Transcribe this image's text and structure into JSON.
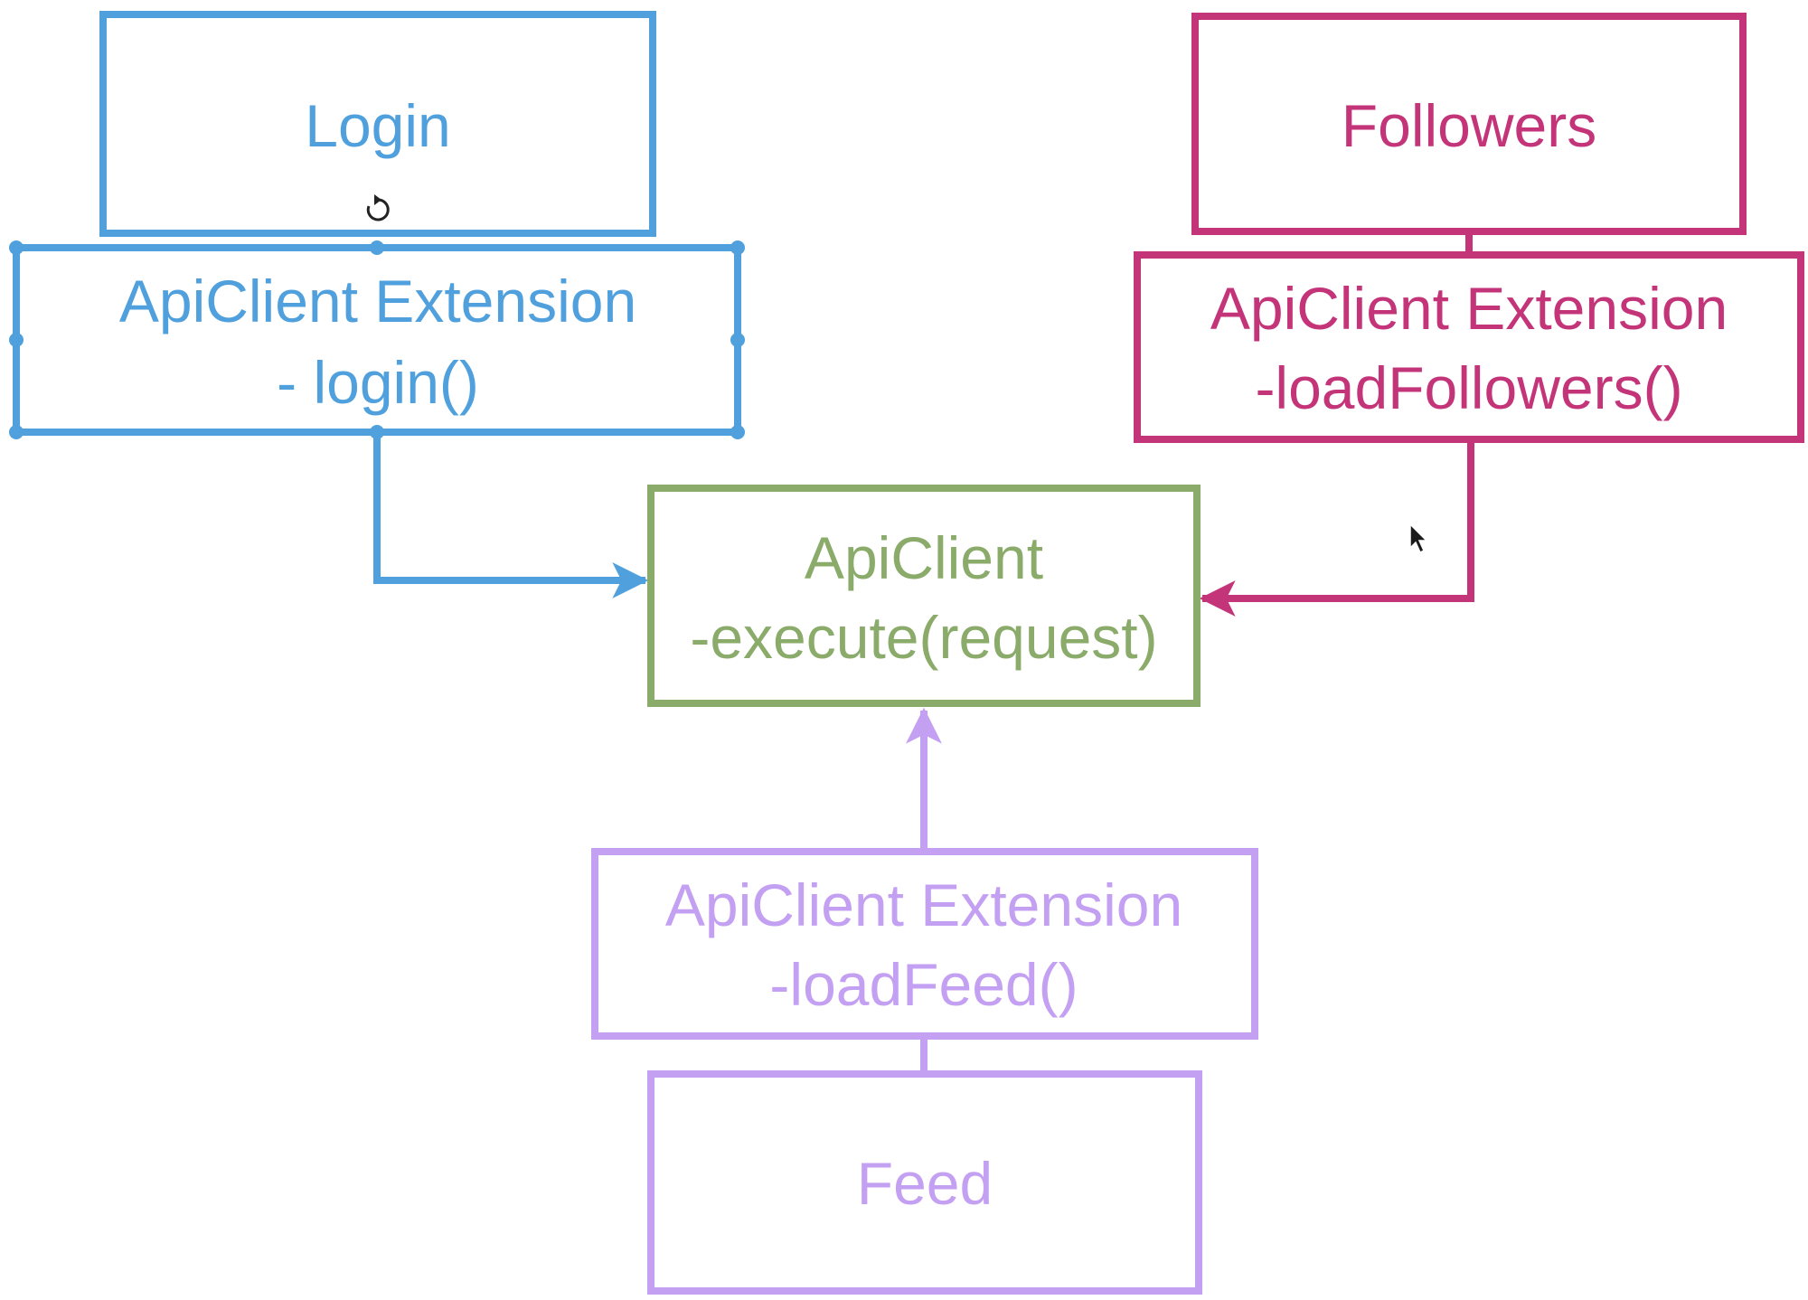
{
  "colors": {
    "blue": "#4fa0dc",
    "magenta": "#c43478",
    "green": "#8aab6a",
    "purple": "#c4a0f2",
    "cursor": "#1a1a1a"
  },
  "login": {
    "title": "Login"
  },
  "login_extension": {
    "line1": "ApiClient Extension",
    "line2": "- login()"
  },
  "followers": {
    "title": "Followers"
  },
  "followers_extension": {
    "line1": "ApiClient Extension",
    "line2": "-loadFollowers()"
  },
  "api_client": {
    "line1": "ApiClient",
    "line2": "-execute(request)"
  },
  "feed_extension": {
    "line1": "ApiClient Extension",
    "line2": "-loadFeed()"
  },
  "feed": {
    "title": "Feed"
  },
  "selection": {
    "selected_box": "login_extension",
    "rotate_icon": "rotate-icon"
  },
  "cursor_icon": "mouse-pointer-icon"
}
